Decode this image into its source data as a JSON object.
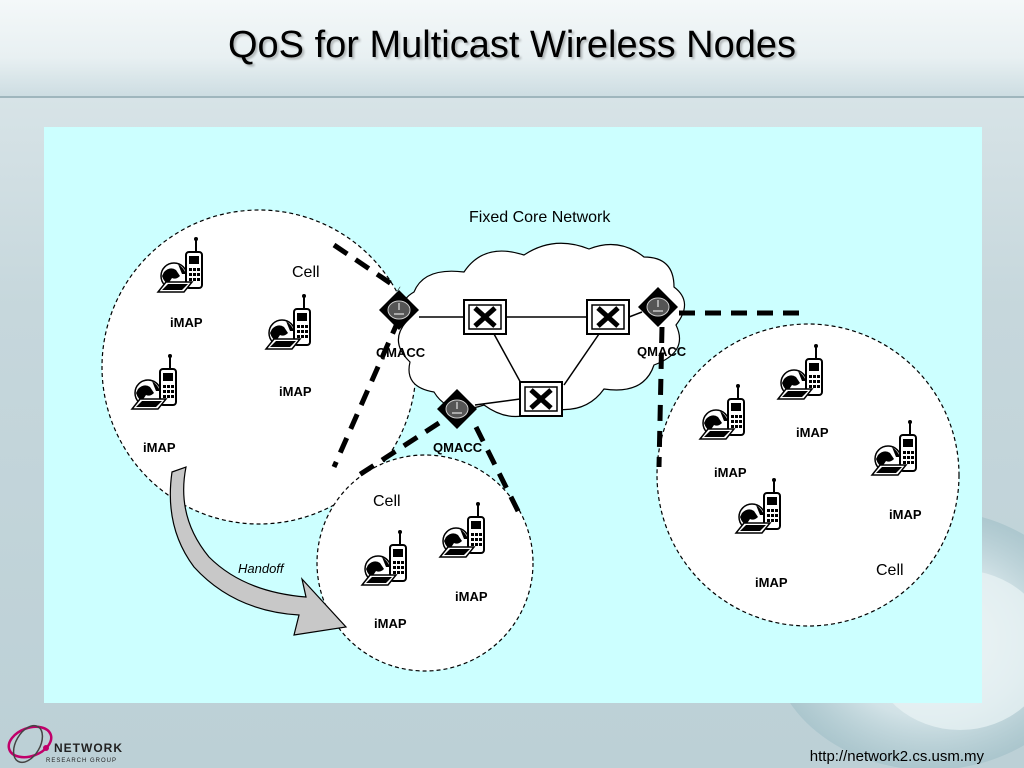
{
  "title": "QoS for Multicast Wireless Nodes",
  "diagram": {
    "core_label": "Fixed Core Network",
    "cell_label": "Cell",
    "qmacc_label": "QMACC",
    "imap_label": "iMAP",
    "handoff_label": "Handoff",
    "switch_glyph": "X"
  },
  "footer": {
    "url": "http://network2.cs.usm.my",
    "logo_line1": "NETWORK",
    "logo_line2": "RESEARCH GROUP"
  },
  "colors": {
    "panel_bg": "#ccffff",
    "cell_fill": "#ffffff",
    "handoff_arrow": "#c8c8c8"
  }
}
